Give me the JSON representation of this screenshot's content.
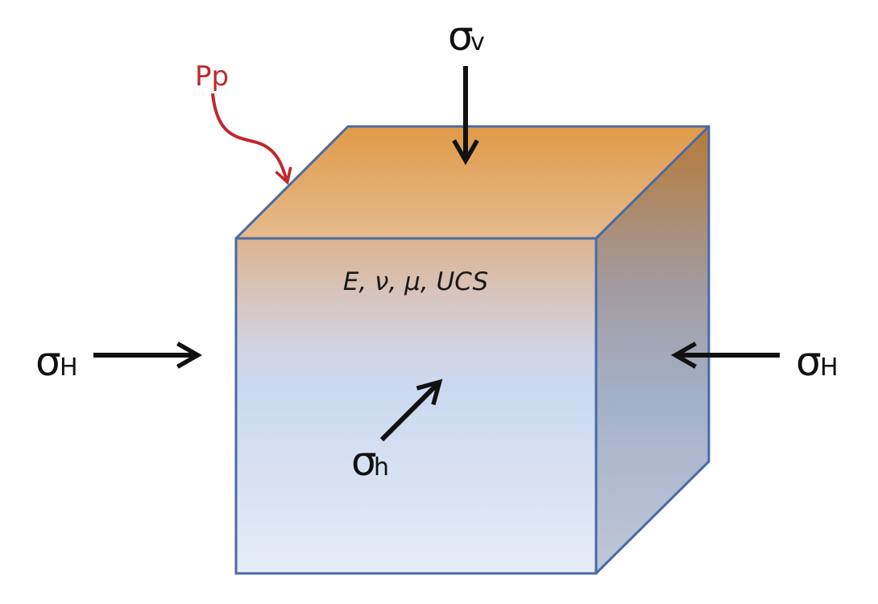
{
  "labels": {
    "sigma": "σ",
    "sub_v": "v",
    "sub_H": "H",
    "sub_h": "h",
    "pore_pressure": "Pp",
    "properties": "E, ν, μ, UCS"
  },
  "colors": {
    "edge": "#4a6aa3",
    "arrow": "#111111",
    "pore_pressure": "#c0282d",
    "top_orange": "#e09a48",
    "front_blue": "#d6e1f1"
  }
}
